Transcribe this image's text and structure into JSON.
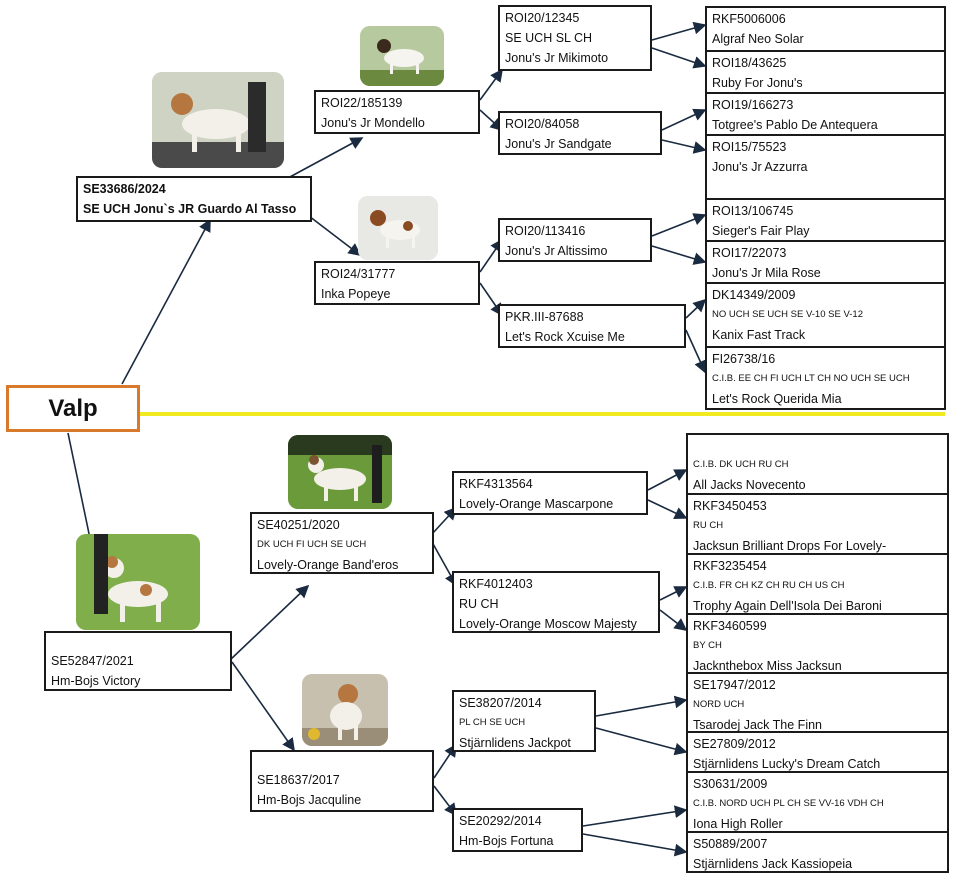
{
  "accent": {
    "valp_border": "#d9792b",
    "divider": "#f2ea21"
  },
  "valp_label": "Valp",
  "sire": {
    "line1": "SE33686/2024",
    "line2": "SE UCH Jonu`s JR Guardo Al Tasso",
    "sire": {
      "line1": "ROI22/185139",
      "line2": "Jonu's Jr Mondello",
      "sire": {
        "line1": "ROI20/12345",
        "line2": "SE UCH SL CH",
        "line3": "Jonu's Jr Mikimoto",
        "sire": {
          "line1": "RKF5006006",
          "line2": "Algraf Neo Solar"
        },
        "dam": {
          "line1": "ROI18/43625",
          "line2": "Ruby For Jonu's"
        }
      },
      "dam": {
        "line1": "ROI20/84058",
        "line2": "Jonu's Jr Sandgate",
        "sire": {
          "line1": "ROI19/166273",
          "line2": "Totgree's Pablo De Antequera"
        },
        "dam": {
          "line1": "ROI15/75523",
          "line2": "Jonu's Jr Azzurra"
        }
      }
    },
    "dam": {
      "line1": "ROI24/31777",
      "line2": "Inka Popeye",
      "sire": {
        "line1": "ROI20/113416",
        "line2": "Jonu's Jr Altissimo",
        "sire": {
          "line1": "ROI13/106745",
          "line2": "Sieger's Fair Play"
        },
        "dam": {
          "line1": "ROI17/22073",
          "line2": "Jonu's Jr Mila Rose"
        }
      },
      "dam": {
        "line1": "PKR.III-87688",
        "line2": "Let's Rock Xcuise Me",
        "sire": {
          "line1": "DK14349/2009",
          "line2": "NO UCH SE UCH SE V-10 SE V-12",
          "line3": "Kanix Fast Track"
        },
        "dam": {
          "line1": "FI26738/16",
          "line2": "C.I.B. EE CH FI UCH LT CH NO UCH SE UCH",
          "line3": "Let's Rock Querida Mia"
        }
      }
    }
  },
  "dam": {
    "line1": "SE52847/2021",
    "line2": "Hm-Bojs Victory",
    "sire": {
      "line1": "SE40251/2020",
      "line2": "DK UCH FI UCH SE UCH",
      "line3": "Lovely-Orange Band'eros",
      "sire": {
        "line1": "RKF4313564",
        "line2": "Lovely-Orange Mascarpone",
        "sire": {
          "line1": "C.I.B. DK UCH RU CH",
          "line2": "All Jacks Novecento"
        },
        "dam": {
          "line1": "RKF3450453",
          "line2": "RU CH",
          "line3": "Jacksun Brilliant Drops For Lovely-"
        }
      },
      "dam": {
        "line1": "RKF4012403",
        "line2": "RU CH",
        "line3": "Lovely-Orange Moscow Majesty",
        "sire": {
          "line1": "RKF3235454",
          "line2": "C.I.B. FR CH KZ CH RU CH US CH",
          "line3": "Trophy Again Dell'Isola Dei Baroni"
        },
        "dam": {
          "line1": "RKF3460599",
          "line2": "BY CH",
          "line3": "Jacknthebox Miss Jacksun"
        }
      }
    },
    "dam": {
      "line1": "SE18637/2017",
      "line2": "Hm-Bojs Jacquline",
      "sire": {
        "line1": "SE38207/2014",
        "line2": "PL CH SE UCH",
        "line3": "Stjärnlidens Jackpot",
        "sire": {
          "line1": "SE17947/2012",
          "line2": "NORD UCH",
          "line3": "Tsarodej Jack The Finn"
        },
        "dam": {
          "line1": "SE27809/2012",
          "line2": "Stjärnlidens Lucky's Dream Catch"
        }
      },
      "dam": {
        "line1": "SE20292/2014",
        "line2": "Hm-Bojs Fortuna",
        "sire": {
          "line1": "S30631/2009",
          "line2": "C.I.B. NORD UCH PL CH SE VV-16 VDH CH",
          "line3": "Iona High Roller"
        },
        "dam": {
          "line1": "S50889/2007",
          "line2": "Stjärnlidens Jack Kassiopeia"
        }
      }
    }
  }
}
